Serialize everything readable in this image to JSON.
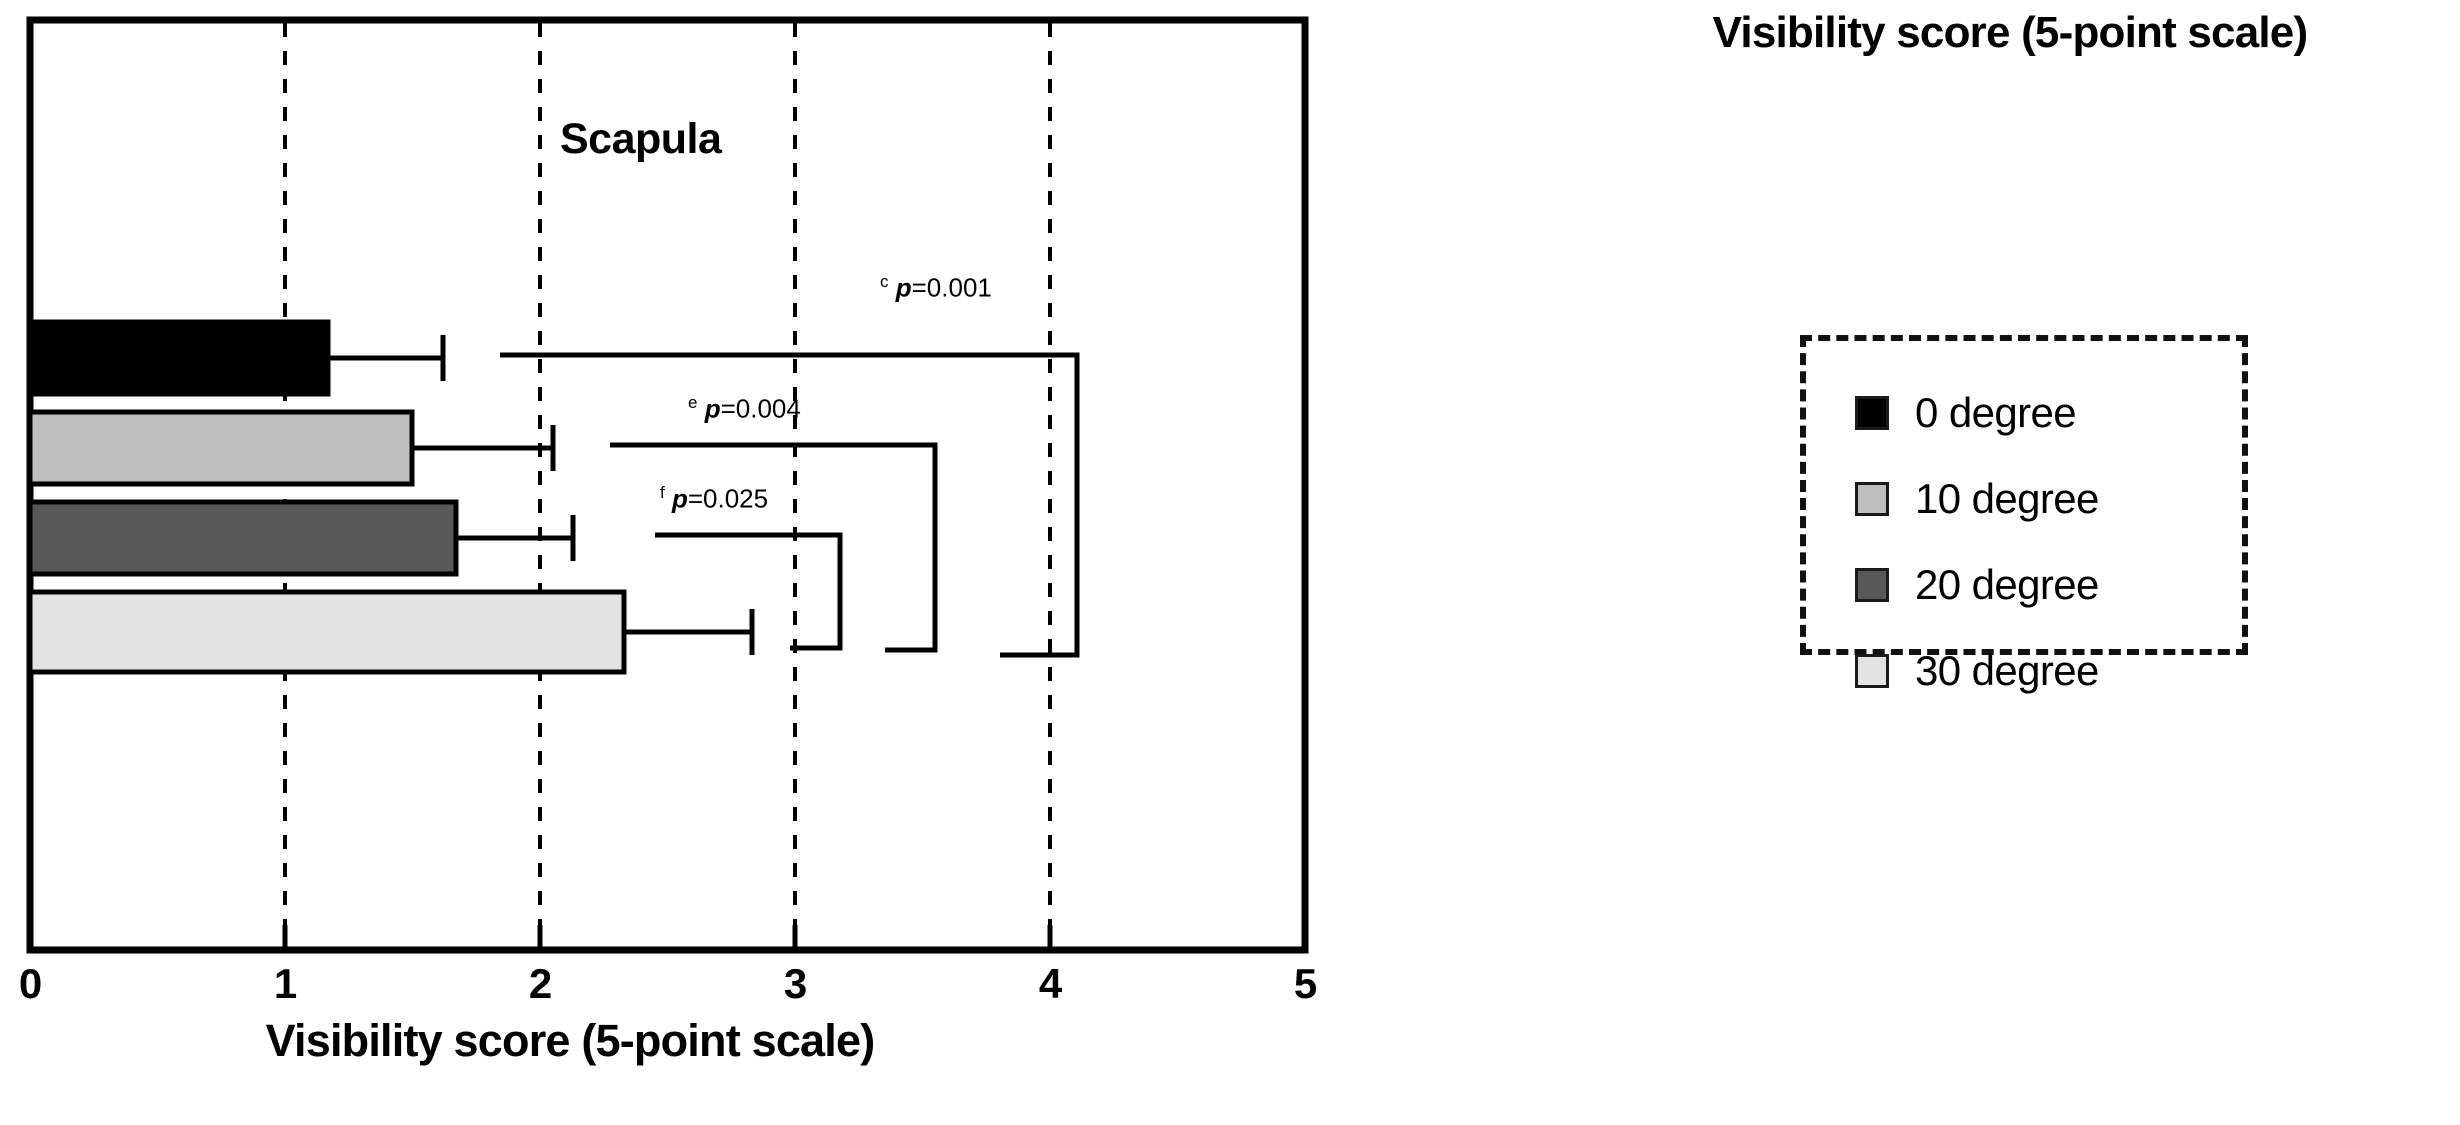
{
  "chart_data": {
    "type": "bar",
    "orientation": "horizontal",
    "title": "Scapula",
    "xlabel": "Visibility score (5-point scale)",
    "ylabel": "",
    "xlim": [
      0,
      5
    ],
    "xticks": [
      "0",
      "1",
      "2",
      "3",
      "4",
      "5"
    ],
    "grid": "vertical dashed gridlines at 1, 2, 3, 4",
    "legend_title": "Visibility score (5-point scale)",
    "legend_position": "right, dashed border box",
    "categories": [
      "0 degree",
      "10 degree",
      "20 degree",
      "30 degree"
    ],
    "values": [
      1.17,
      1.5,
      1.67,
      2.33
    ],
    "error_upper": [
      1.62,
      2.05,
      2.13,
      2.83
    ],
    "series_colors": [
      "#000000",
      "#bfbfbf",
      "#585858",
      "#e3e3e3"
    ],
    "annotations": [
      {
        "sup": "c",
        "text": "p=0.001",
        "compares": [
          "0 degree",
          "30 degree"
        ],
        "bracket_end": 4.1
      },
      {
        "sup": "e",
        "text": "p=0.004",
        "compares": [
          "10 degree",
          "30 degree"
        ],
        "bracket_end": 3.55
      },
      {
        "sup": "f",
        "text": "p=0.025",
        "compares": [
          "20 degree",
          "30 degree"
        ],
        "bracket_end": 3.17
      }
    ]
  },
  "plot": {
    "title": "Scapula",
    "axis_title": "Visibility score (5-point scale)",
    "ticks": [
      {
        "label": "0"
      },
      {
        "label": "1"
      },
      {
        "label": "2"
      },
      {
        "label": "3"
      },
      {
        "label": "4"
      },
      {
        "label": "5"
      }
    ],
    "pvalues": [
      {
        "sup": "c",
        "text": "p=0.001"
      },
      {
        "sup": "e",
        "text": "p=0.004"
      },
      {
        "sup": "f",
        "text": "p=0.025"
      }
    ]
  },
  "legend": {
    "title": "Visibility score (5-point scale)",
    "items": [
      {
        "label": "0 degree",
        "color": "#000000"
      },
      {
        "label": "10 degree",
        "color": "#bfbfbf"
      },
      {
        "label": "20 degree",
        "color": "#585858"
      },
      {
        "label": "30 degree",
        "color": "#e3e3e3"
      }
    ]
  }
}
